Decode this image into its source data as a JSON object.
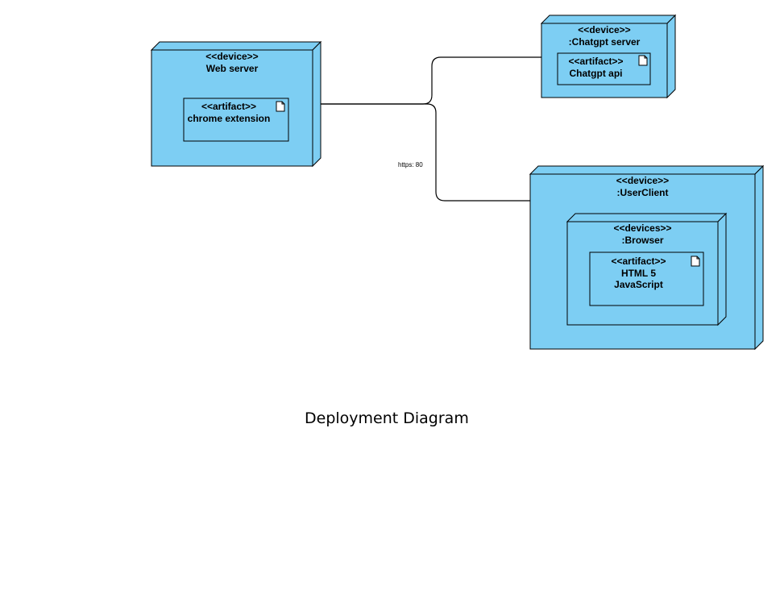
{
  "diagram": {
    "title": "Deployment Diagram",
    "colors": {
      "node_fill": "#7dcef3",
      "stroke": "#000000"
    },
    "nodes": {
      "web_server": {
        "stereotype": "<<device>>",
        "name": "Web server"
      },
      "chatgpt_server": {
        "stereotype": "<<device>>",
        "name": ":Chatgpt server"
      },
      "user_client": {
        "stereotype": "<<device>>",
        "name": ":UserClient"
      },
      "browser": {
        "stereotype": "<<devices>>",
        "name": ":Browser"
      }
    },
    "artifacts": {
      "chrome_extension": {
        "stereotype": "<<artifact>>",
        "name": "chrome extension",
        "icon": "document-icon"
      },
      "chatgpt_api": {
        "stereotype": "<<artifact>>",
        "name": "Chatgpt api",
        "icon": "document-icon"
      },
      "html5": {
        "stereotype": "<<artifact>>",
        "line1": "HTML 5",
        "line2": "JavaScript",
        "icon": "document-icon"
      }
    },
    "connection_label": "https: 80"
  }
}
